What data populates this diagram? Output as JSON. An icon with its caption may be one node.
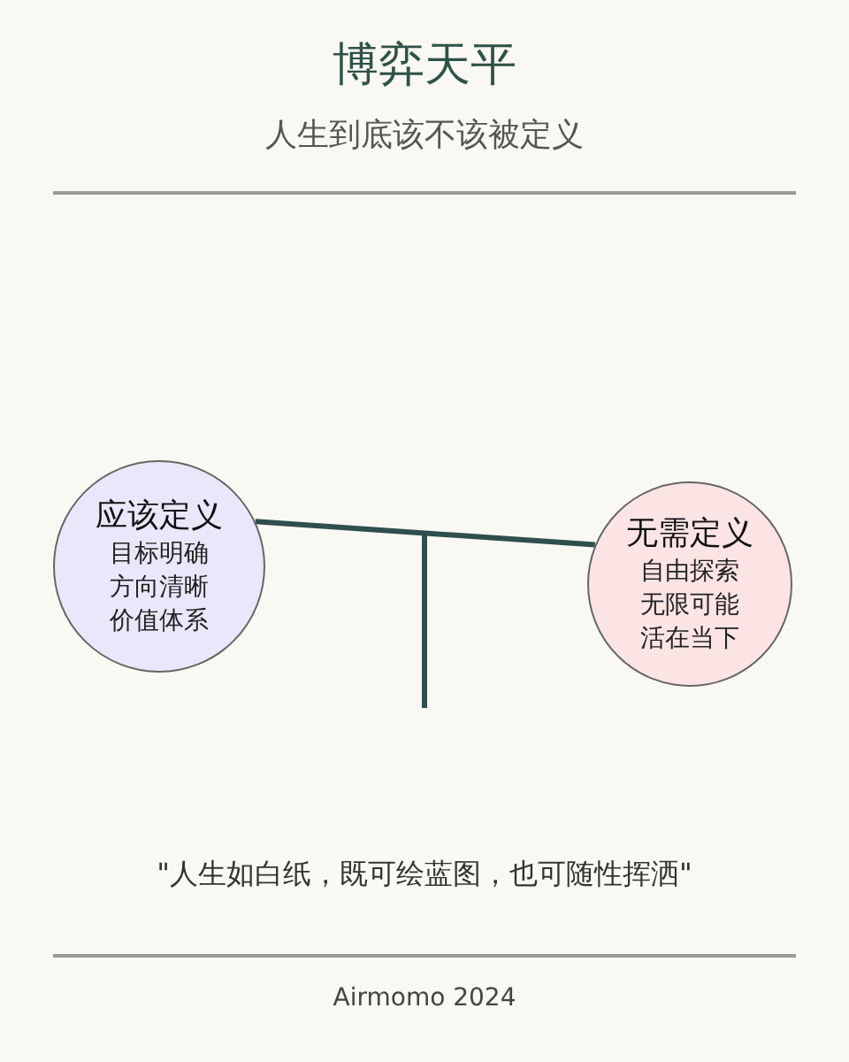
{
  "diagram": {
    "title": "博弈天平",
    "nodes": [
      {
        "text": [
          "应该定义",
          "目标明确",
          "方向清晰",
          "价值体系"
        ]
      },
      {
        "text": [
          "无需定义",
          "自由探索",
          "无限可能",
          "活在当下"
        ]
      }
    ],
    "edges": [
      {
        "from": 0,
        "to": 1,
        "arrow": "none"
      }
    ],
    "labels": [
      "人生到底该不该被定义",
      "\"人生如白纸，既可绘蓝图，也可随性挥洒\"",
      "Airmomo 2024"
    ]
  }
}
